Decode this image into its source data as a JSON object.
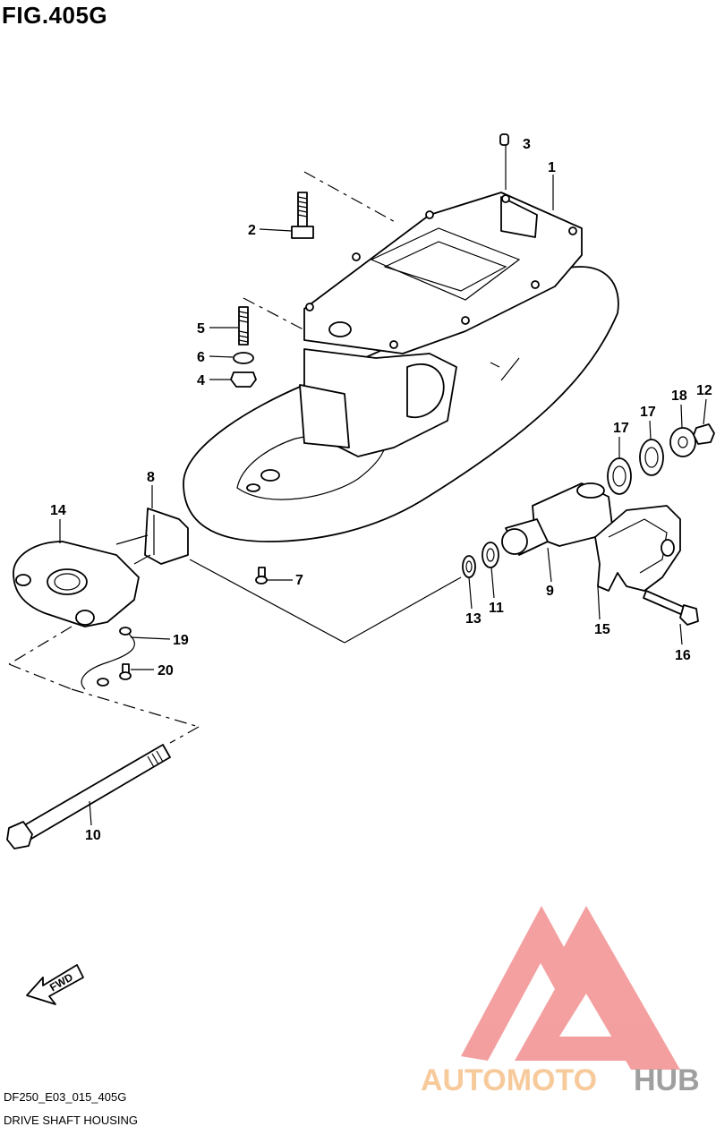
{
  "figure": {
    "title": "FIG.405G"
  },
  "callouts": [
    "1",
    "2",
    "3",
    "4",
    "5",
    "6",
    "7",
    "8",
    "9",
    "10",
    "11",
    "12",
    "13",
    "14",
    "15",
    "16",
    "17",
    "17",
    "18",
    "19",
    "20"
  ],
  "fwd_arrow": {
    "label": "FWD"
  },
  "watermark": {
    "brand_left": "AUTOMOTO",
    "brand_right": "HUB",
    "colors": {
      "triangle": "#f08080",
      "left": "#f5b97a",
      "right": "#7f7f7f"
    }
  },
  "footer": {
    "code": "DF250_E03_015_405G",
    "description": "DRIVE SHAFT HOUSING"
  }
}
